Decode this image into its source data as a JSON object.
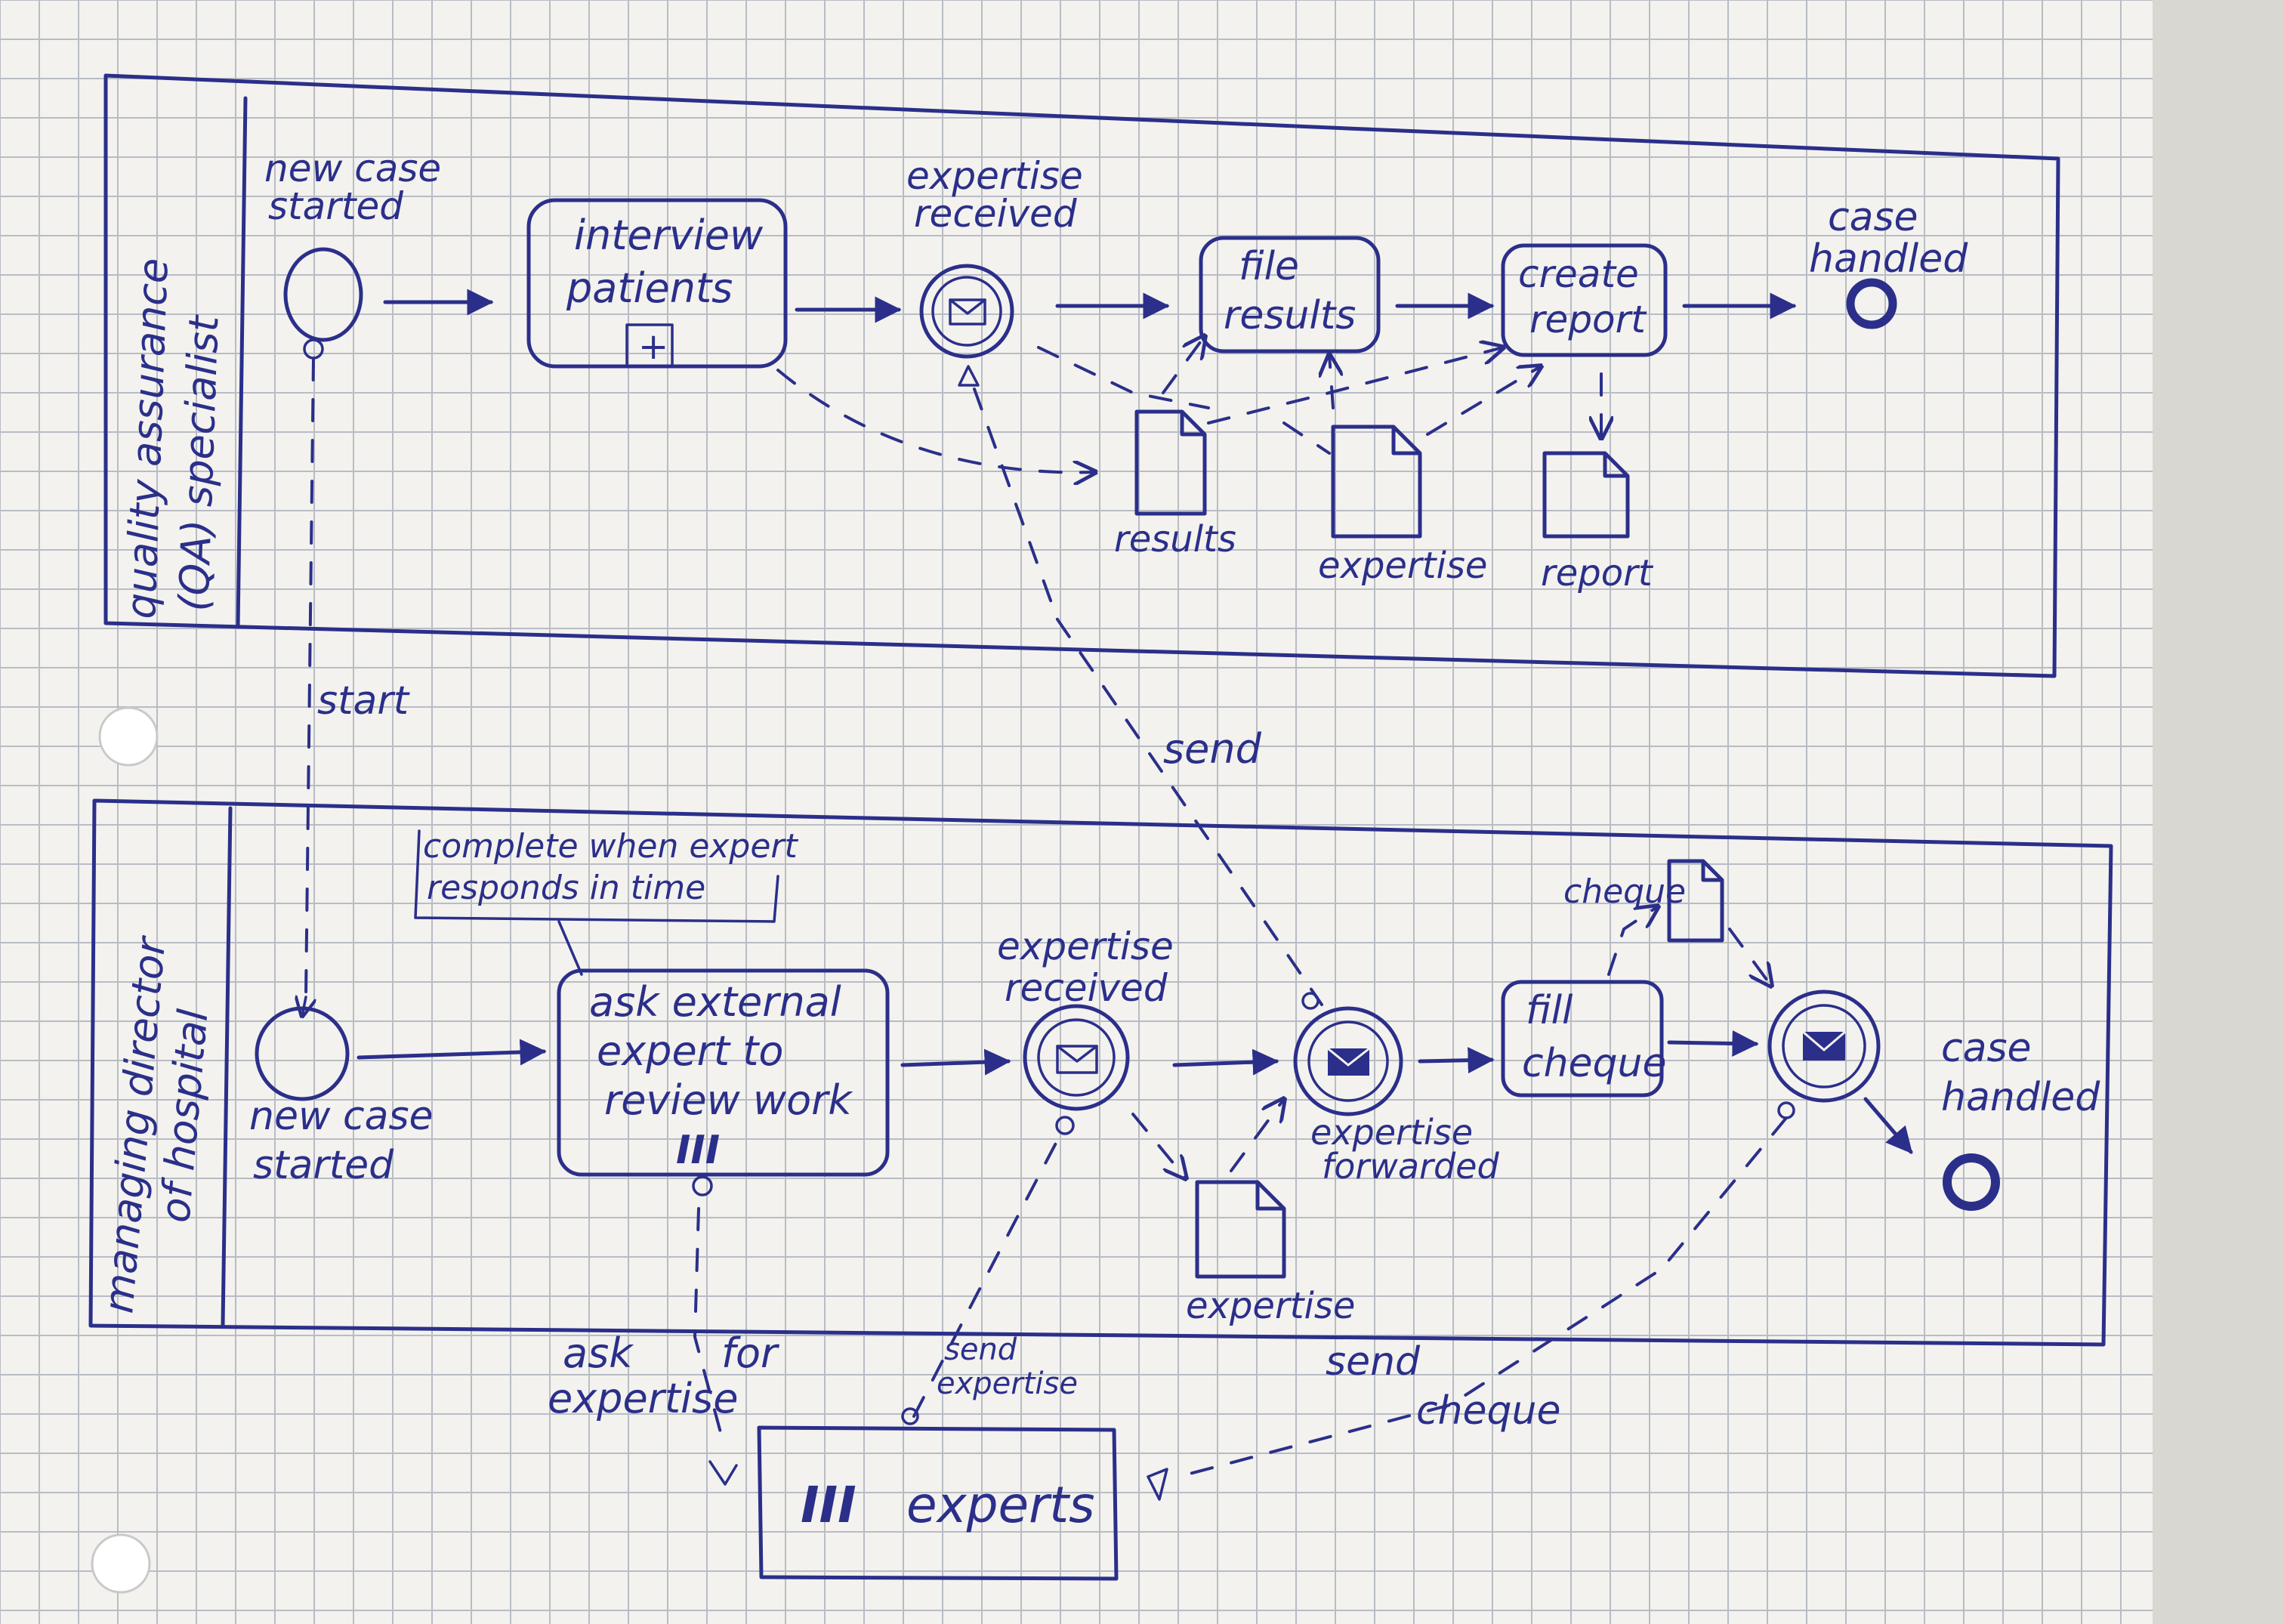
{
  "pools": {
    "top": {
      "name_line1": "quality assurance",
      "name_line2": "(QA) specialist"
    },
    "bottom": {
      "name_line1": "managing director",
      "name_line2": "of hospital"
    }
  },
  "qa": {
    "start_event_line1": "new case",
    "start_event_line2": "started",
    "interview_task_line1": "interview",
    "interview_task_line2": "patients",
    "subprocess_marker": "+",
    "expertise_received_line1": "expertise",
    "expertise_received_line2": "received",
    "file_results_line1": "file",
    "file_results_line2": "results",
    "create_report_line1": "create",
    "create_report_line2": "report",
    "end_event_line1": "case",
    "end_event_line2": "handled",
    "doc_results": "results",
    "doc_expertise": "expertise",
    "doc_report": "report"
  },
  "messages": {
    "start": "start",
    "send": "send",
    "ask_for_line1": "ask",
    "ask_for_line1b": "for",
    "ask_for_line2": "expertise",
    "send_expertise_line1": "send",
    "send_expertise_line2": "expertise",
    "send_cheque_line1": "send",
    "send_cheque_line2": "cheque"
  },
  "director": {
    "annotation_line1": "complete when expert",
    "annotation_line2": "responds in time",
    "start_event_line1": "new case",
    "start_event_line2": "started",
    "ask_task_line1": "ask external",
    "ask_task_line2": "expert to",
    "ask_task_line3": "review work",
    "multi_marker": "III",
    "expertise_received_line1": "expertise",
    "expertise_received_line2": "received",
    "expertise_forwarded_line1": "expertise",
    "expertise_forwarded_line2": "forwarded",
    "fill_cheque_line1": "fill",
    "fill_cheque_line2": "cheque",
    "doc_cheque": "cheque",
    "doc_expertise": "expertise",
    "end_event_line1": "case",
    "end_event_line2": "handled"
  },
  "experts_pool": {
    "marker": "III",
    "label": "experts"
  }
}
